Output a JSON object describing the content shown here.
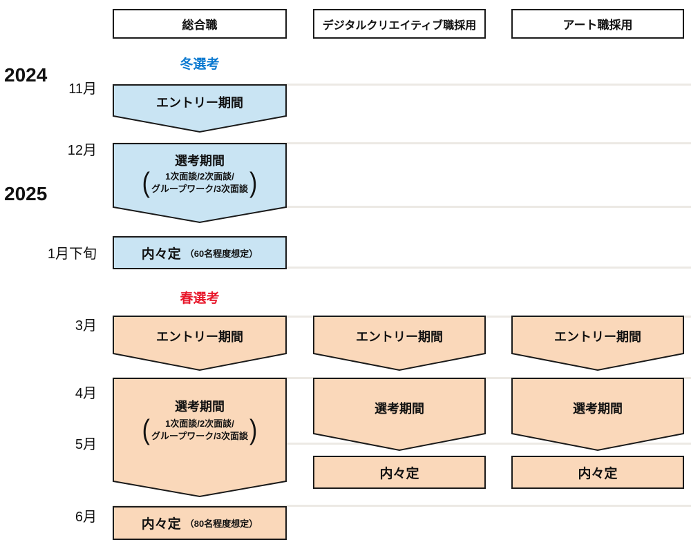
{
  "colors": {
    "winter_fill": "#c9e4f3",
    "spring_fill": "#fad8ba",
    "winter_text": "#0b79d0",
    "spring_text": "#e8192c",
    "border": "#1a1a1a",
    "grid": "#ece9e4",
    "text": "#111111",
    "header_bg": "#ffffff"
  },
  "title_row": {
    "columns": [
      {
        "label": "総合職"
      },
      {
        "label": "デジタルクリエイティブ職採用"
      },
      {
        "label": "アート職採用"
      }
    ]
  },
  "years": {
    "y2024": "2024",
    "y2025": "2025"
  },
  "months": {
    "nov": "11月",
    "dec": "12月",
    "jan_late": "1月下旬",
    "mar": "3月",
    "apr": "4月",
    "may": "5月",
    "jun": "6月"
  },
  "phase": {
    "winter": "冬選考",
    "spring": "春選考"
  },
  "boxes": {
    "entry": "エントリー期間",
    "selection": "選考期間",
    "selection_detail": {
      "line1": "1次面談/2次面談/",
      "line2": "グループワーク/3次面談"
    },
    "paren_open": "(",
    "paren_close": ")",
    "naitei": "内々定",
    "winter_naitei_note": "（60名程度想定）",
    "spring_naitei_note": "（80名程度想定）"
  }
}
